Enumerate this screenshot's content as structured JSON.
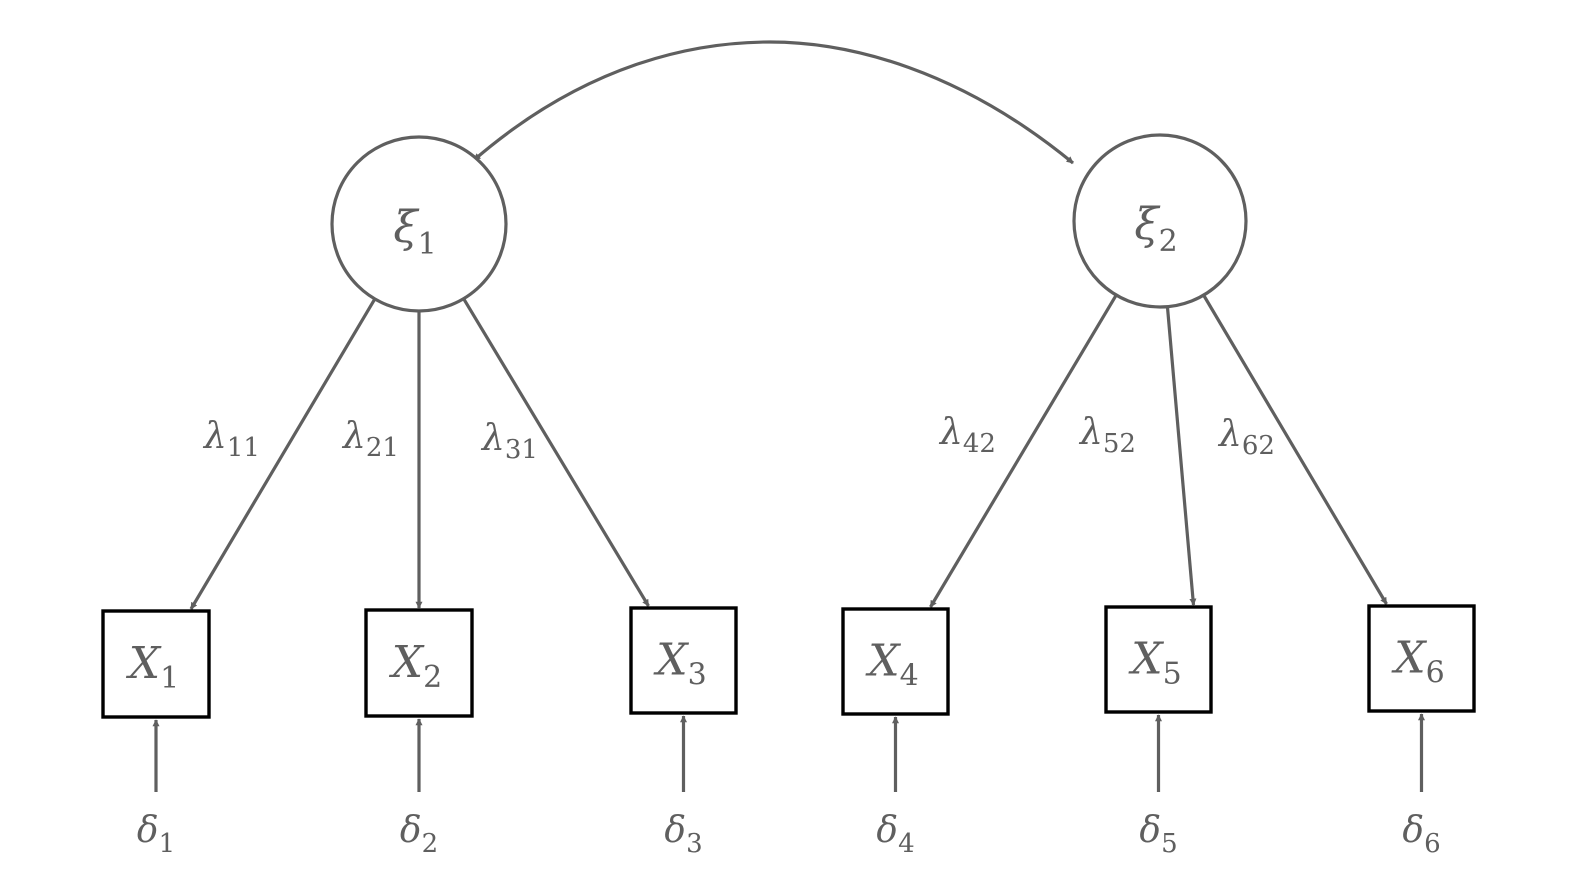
{
  "diagram": {
    "type": "confirmatory-factor-analysis-path-diagram",
    "colors": {
      "line": "#5f5f5f",
      "text": "#5f5f5f",
      "box_border": "#000000",
      "background": "#ffffff"
    },
    "latent_factors": [
      {
        "id": "xi1",
        "symbol": "ξ",
        "subscript": "1"
      },
      {
        "id": "xi2",
        "symbol": "ξ",
        "subscript": "2"
      }
    ],
    "covariance": {
      "from": "xi1",
      "to": "xi2",
      "bidirectional": true
    },
    "observed": [
      {
        "id": "x1",
        "symbol": "X",
        "subscript": "1",
        "factor": "xi1",
        "loading": {
          "symbol": "λ",
          "subscript": "11"
        },
        "error": {
          "symbol": "δ",
          "subscript": "1"
        }
      },
      {
        "id": "x2",
        "symbol": "X",
        "subscript": "2",
        "factor": "xi1",
        "loading": {
          "symbol": "λ",
          "subscript": "21"
        },
        "error": {
          "symbol": "δ",
          "subscript": "2"
        }
      },
      {
        "id": "x3",
        "symbol": "X",
        "subscript": "3",
        "factor": "xi1",
        "loading": {
          "symbol": "λ",
          "subscript": "31"
        },
        "error": {
          "symbol": "δ",
          "subscript": "3"
        }
      },
      {
        "id": "x4",
        "symbol": "X",
        "subscript": "4",
        "factor": "xi2",
        "loading": {
          "symbol": "λ",
          "subscript": "42"
        },
        "error": {
          "symbol": "δ",
          "subscript": "4"
        }
      },
      {
        "id": "x5",
        "symbol": "X",
        "subscript": "5",
        "factor": "xi2",
        "loading": {
          "symbol": "λ",
          "subscript": "52"
        },
        "error": {
          "symbol": "δ",
          "subscript": "5"
        }
      },
      {
        "id": "x6",
        "symbol": "X",
        "subscript": "6",
        "factor": "xi2",
        "loading": {
          "symbol": "λ",
          "subscript": "62"
        },
        "error": {
          "symbol": "δ",
          "subscript": "6"
        }
      }
    ]
  }
}
